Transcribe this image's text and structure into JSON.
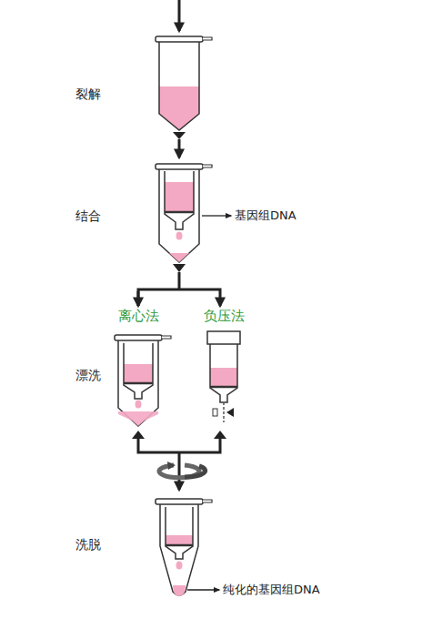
{
  "diagram": {
    "labels": [
      "裂解",
      "结合",
      "基因组DNA",
      "离心法",
      "负压法",
      "漂洗",
      "洗脱",
      "纯化的基因组DNA"
    ]
  }
}
